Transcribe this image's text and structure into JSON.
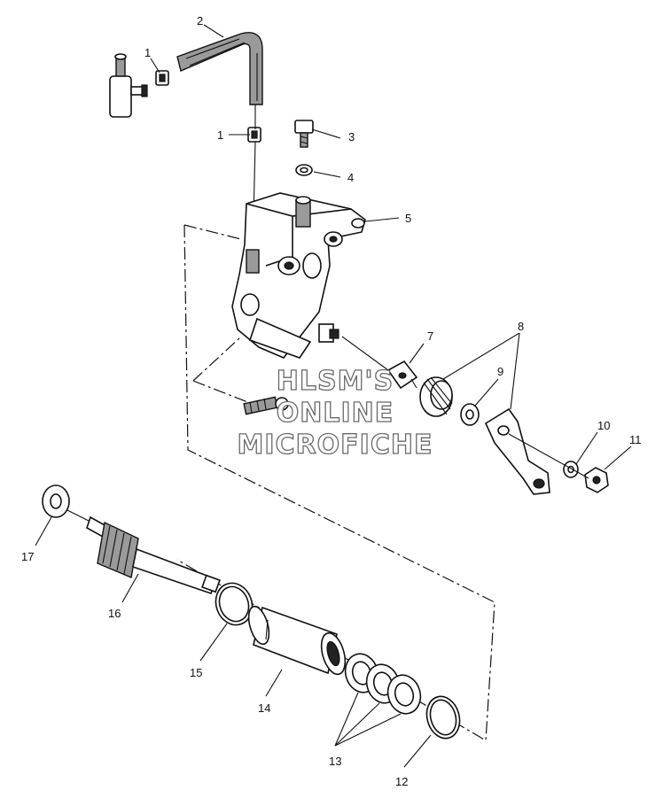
{
  "callouts": {
    "c1a": "1",
    "c1b": "1",
    "c2": "2",
    "c3": "3",
    "c4": "4",
    "c5": "5",
    "c7": "7",
    "c8": "8",
    "c9": "9",
    "c10": "10",
    "c11": "11",
    "c12": "12",
    "c13": "13",
    "c14": "14",
    "c15": "15",
    "c16": "16",
    "c17": "17"
  },
  "watermark": {
    "line1": "HLSM'S",
    "line2": "ONLINE",
    "line3": "MICROFICHE"
  }
}
